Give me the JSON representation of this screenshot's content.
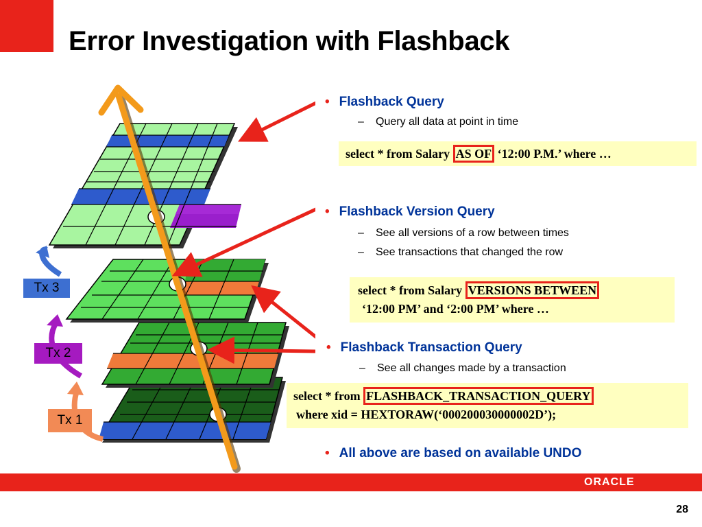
{
  "title": "Error Investigation with Flashback",
  "bullets": [
    {
      "label": "Flashback Query",
      "subs": [
        "Query all data at point in time"
      ]
    },
    {
      "label": "Flashback Version Query",
      "subs": [
        "See all versions of a row between times",
        "See transactions that changed the row"
      ]
    },
    {
      "label": "Flashback Transaction Query",
      "subs": [
        "See all changes made by a transaction"
      ]
    },
    {
      "label": "All above are based on available UNDO",
      "subs": []
    }
  ],
  "code": {
    "q1": {
      "pre": "select * from Salary ",
      "hl": "AS OF",
      "post": " ‘12:00 P.M.’ where …"
    },
    "q2": {
      "pre": "select * from Salary ",
      "hl": "VERSIONS BETWEEN",
      "line2": "‘12:00 PM’ and ‘2:00 PM’ where …"
    },
    "q3": {
      "pre": "select * from ",
      "hl": "FLASHBACK_TRANSACTION_QUERY",
      "line2": "where xid = HEXTORAW(‘000200030000002D’);"
    }
  },
  "transactions": [
    "Tx 3",
    "Tx 2",
    "Tx 1"
  ],
  "logo": "ORACLE",
  "page_number": "28",
  "colors": {
    "accent_red": "#e8231b",
    "bullet_blue": "#003399",
    "code_bg": "#ffffc0",
    "arrow_orange": "#f39a1b",
    "tx3": "#3d6fd1",
    "tx2": "#a51ac0",
    "tx1": "#f28a55"
  }
}
